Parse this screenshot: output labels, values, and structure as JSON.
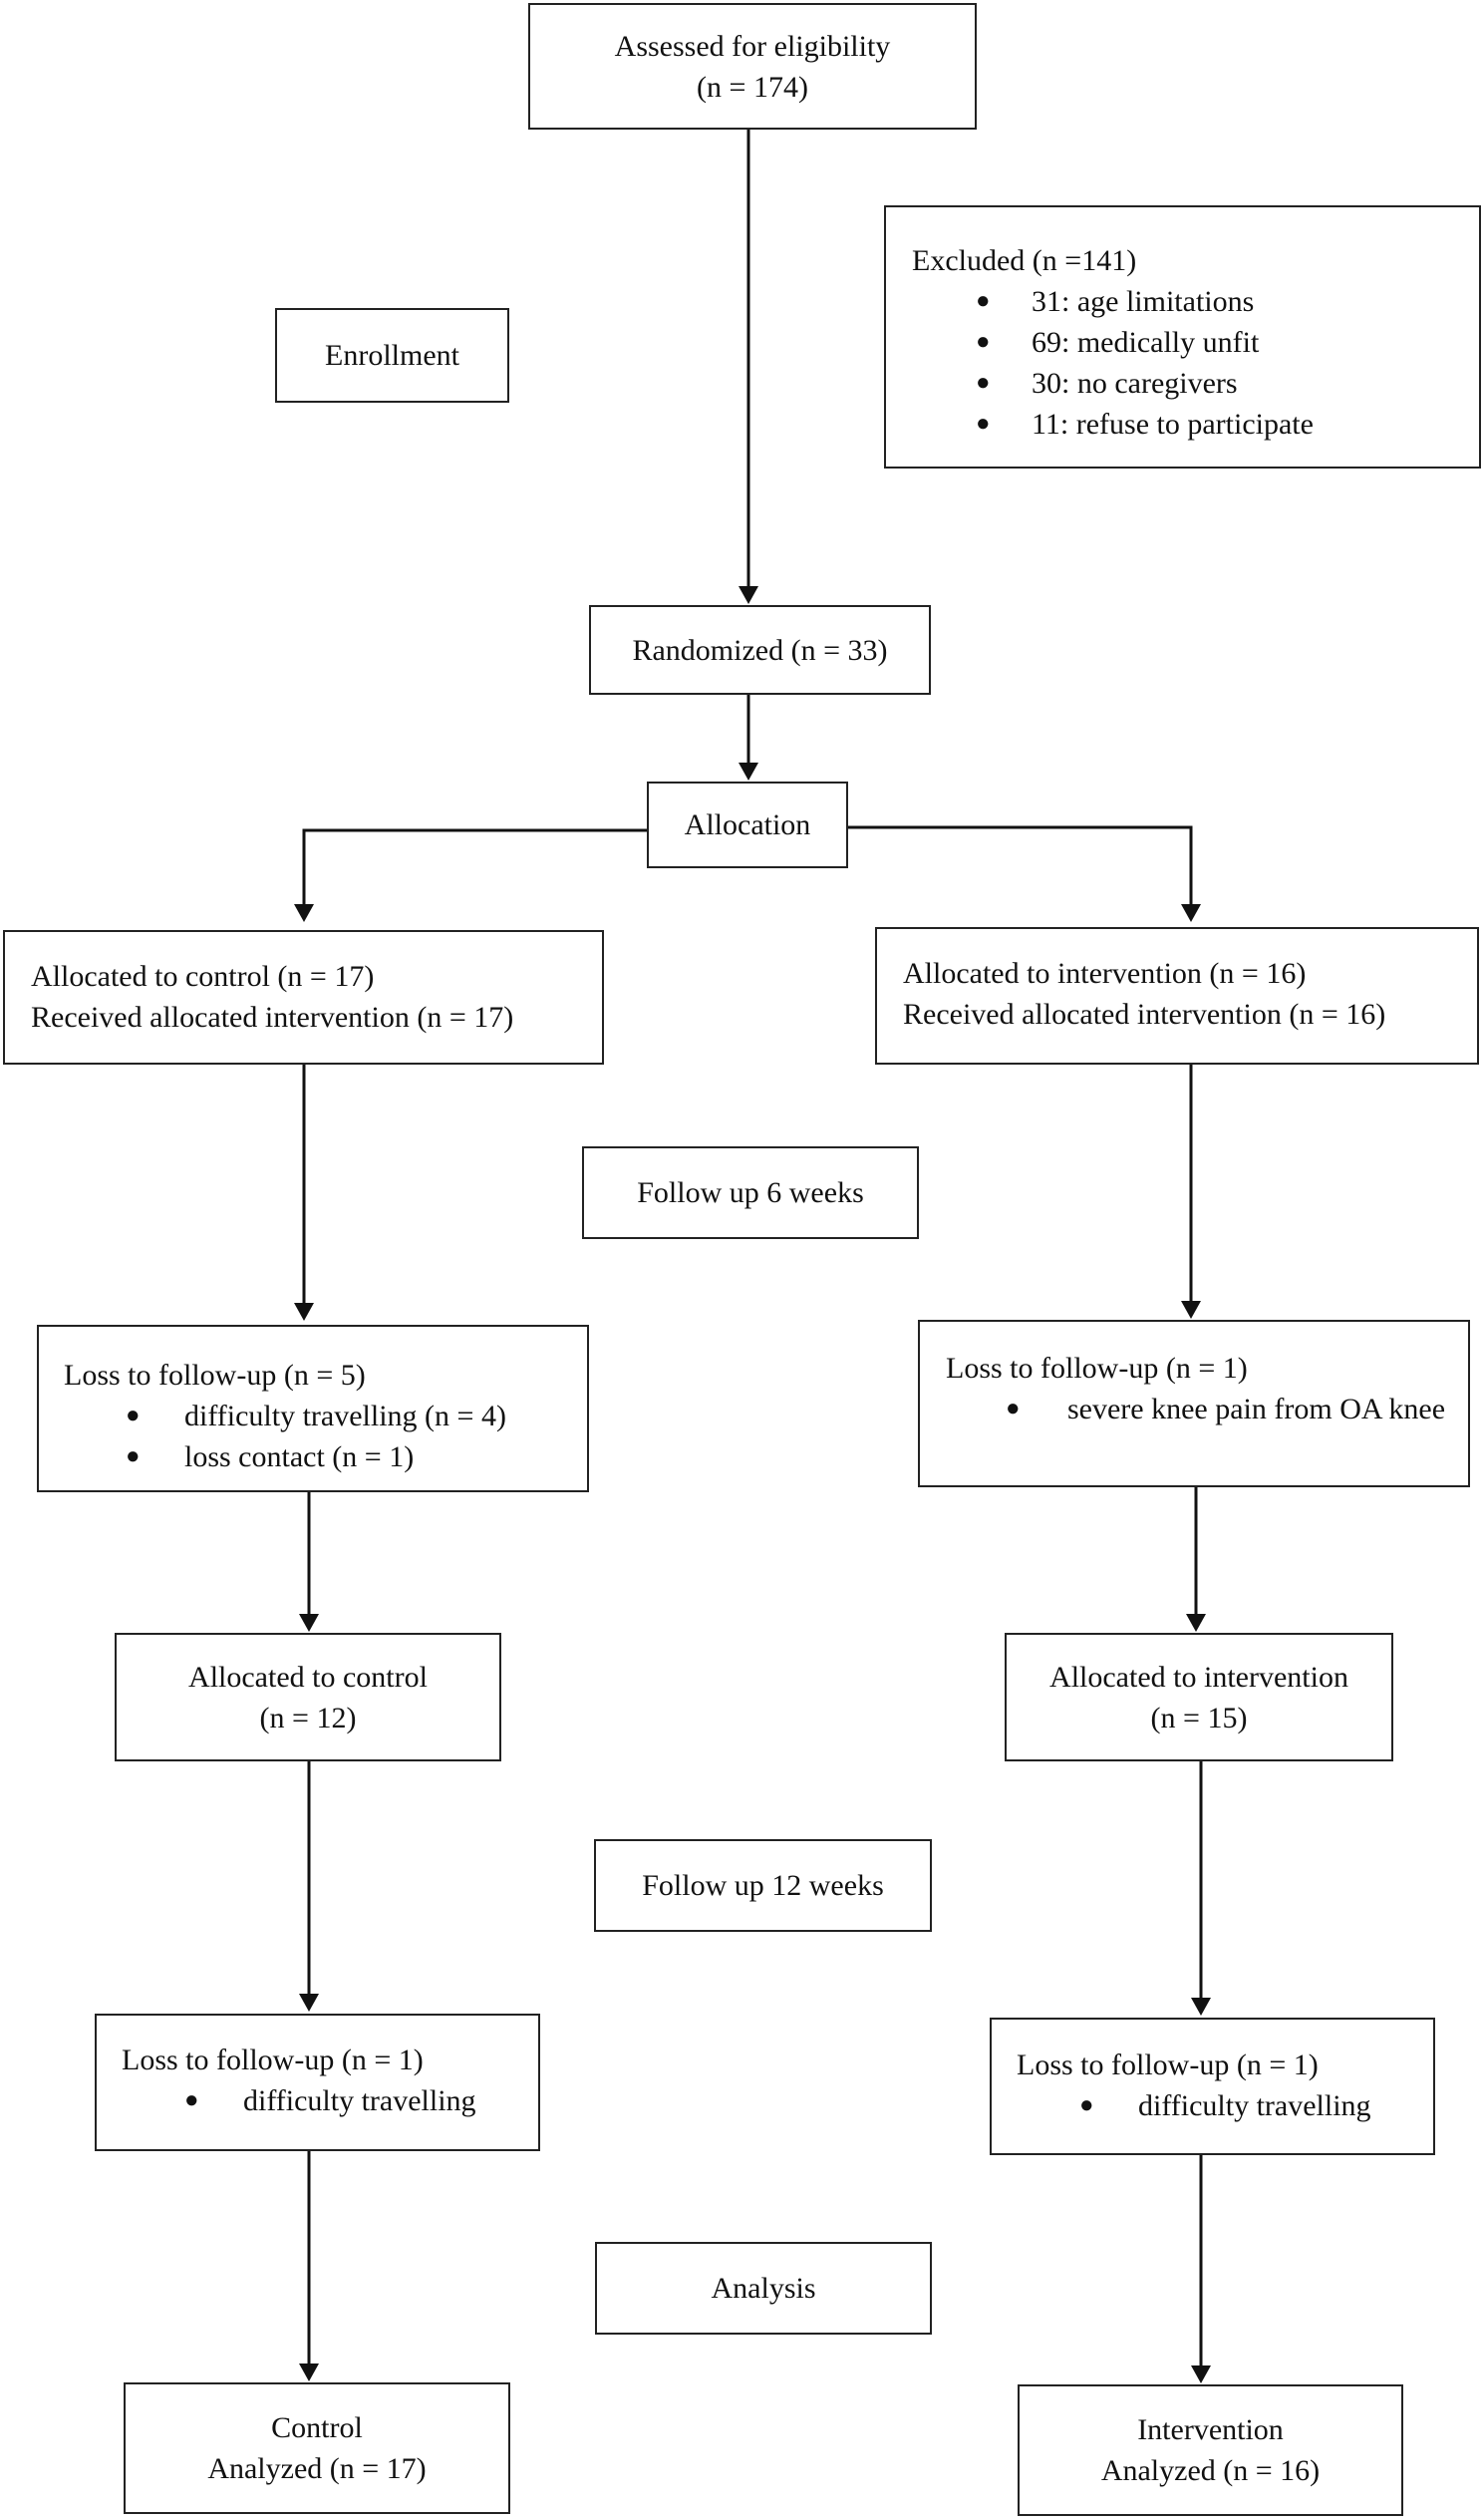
{
  "assessed": {
    "line1": "Assessed for eligibility",
    "line2": "(n = 174)"
  },
  "enrollment": "Enrollment",
  "excluded": {
    "title": "Excluded (n =141)",
    "items": [
      "31: age limitations",
      "69: medically unfit",
      "30: no caregivers",
      "11: refuse to participate"
    ]
  },
  "randomized": "Randomized (n = 33)",
  "allocation": "Allocation",
  "alloc_control": {
    "line1": "Allocated to control (n = 17)",
    "line2": "Received allocated intervention (n = 17)"
  },
  "alloc_intervention": {
    "line1": "Allocated to intervention (n = 16)",
    "line2": "Received allocated intervention (n = 16)"
  },
  "followup6": "Follow up 6 weeks",
  "loss_control_6": {
    "title": "Loss to follow-up (n = 5)",
    "items": [
      "difficulty travelling (n = 4)",
      "loss contact (n = 1)"
    ]
  },
  "loss_intervention_6": {
    "title": "Loss to follow-up (n = 1)",
    "items": [
      "severe knee pain from OA knee"
    ]
  },
  "alloc_control_2": {
    "line1": "Allocated to control",
    "line2": "(n = 12)"
  },
  "alloc_intervention_2": {
    "line1": "Allocated to intervention",
    "line2": "(n = 15)"
  },
  "followup12": "Follow up 12 weeks",
  "loss_control_12": {
    "title": "Loss to follow-up (n = 1)",
    "items": [
      "difficulty travelling"
    ]
  },
  "loss_intervention_12": {
    "title": "Loss to follow-up (n = 1)",
    "items": [
      "difficulty travelling"
    ]
  },
  "analysis": "Analysis",
  "analyzed_control": {
    "line1": "Control",
    "line2": "Analyzed (n = 17)"
  },
  "analyzed_intervention": {
    "line1": "Intervention",
    "line2": "Analyzed (n = 16)"
  }
}
